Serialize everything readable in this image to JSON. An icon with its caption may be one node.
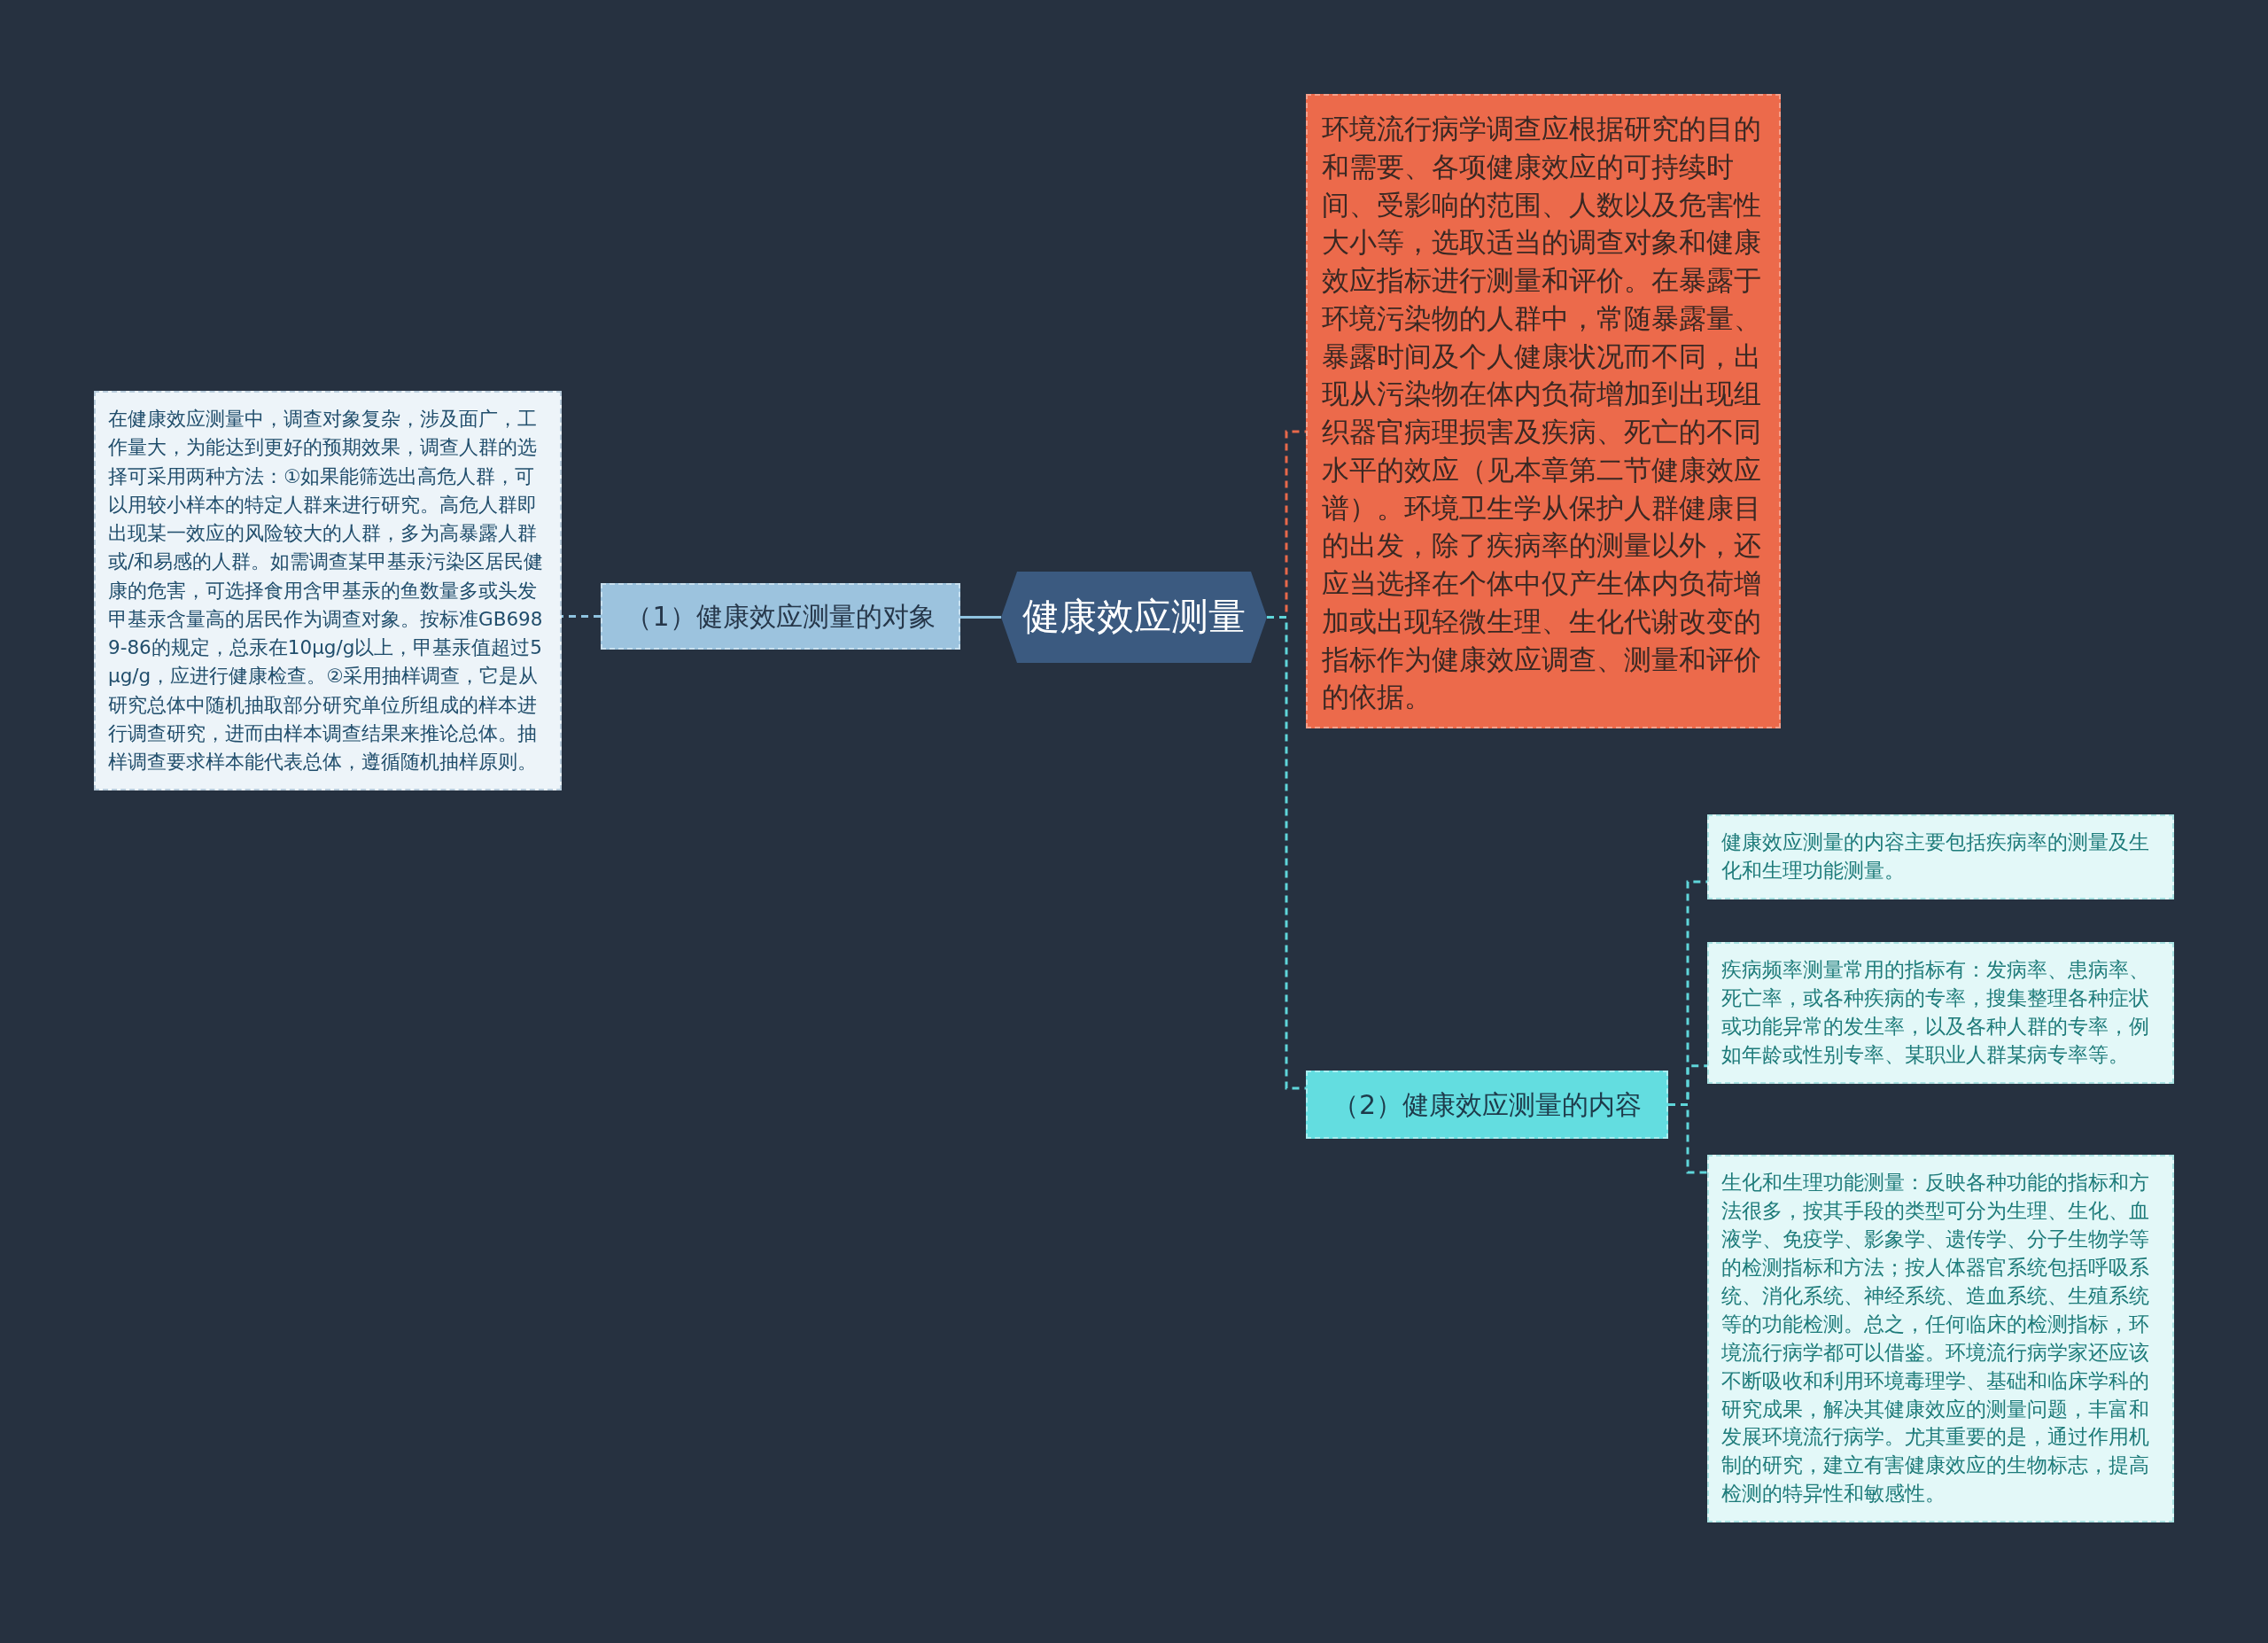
{
  "diagram": {
    "nodes": [
      {
        "text": [
          "健康效应测量"
        ]
      },
      {
        "text": [
          "（1）健康效应测量的对象"
        ]
      },
      {
        "text": [
          "在健康效应测量中，调查对象复杂，涉及面广，工作量大，为能达到更好的预期效果，调查人群的选择可采用两种方法：①如果能筛选出高危人群，可以用较小样本的特定人群来进行研究。高危人群即出现某一效应的风险较大的人群，多为高暴露人群或/和易感的人群。如需调查某甲基汞污染区居民健康的危害，可选择食用含甲基汞的鱼数量多或头发甲基汞含量高的居民作为调查对象。按标准GB6989-86的规定，总汞在10μg/g以上，甲基汞值超过5μg/g，应进行健康检查。②采用抽样调查，它是从研究总体中随机抽取部分研究单位所组成的样本进行调查研究，进而由样本调查结果来推论总体。抽样调查要求样本能代表总体，遵循随机抽样原则。"
        ]
      },
      {
        "text": [
          "环境流行病学调查应根据研究的目的和需要、各项健康效应的可持续时间、受影响的范围、人数以及危害性大小等，选取适当的调查对象和健康效应指标进行测量和评价。在暴露于环境污染物的人群中，常随暴露量、暴露时间及个人健康状况而不同，出现从污染物在体内负荷增加到出现组织器官病理损害及疾病、死亡的不同水平的效应（见本章第二节健康效应谱）。环境卫生学从保护人群健康目的出发，除了疾病率的测量以外，还应当选择在个体中仅产生体内负荷增加或出现轻微生理、生化代谢改变的指标作为健康效应调查、测量和评价的依据。"
        ]
      },
      {
        "text": [
          "（2）健康效应测量的内容"
        ]
      },
      {
        "text": [
          "健康效应测量的内容主要包括疾病率的测量及生化和生理功能测量。"
        ]
      },
      {
        "text": [
          "疾病频率测量常用的指标有：发病率、患病率、死亡率，或各种疾病的专率，搜集整理各种症状或功能异常的发生率，以及各种人群的专率，例如年龄或性别专率、某职业人群某病专率等。"
        ]
      },
      {
        "text": [
          "生化和生理功能测量：反映各种功能的指标和方法很多，按其手段的类型可分为生理、生化、血液学、免疫学、影象学、遗传学、分子生物学等的检测指标和方法；按人体器官系统包括呼吸系统、消化系统、神经系统、造血系统、生殖系统等的功能检测。总之，任何临床的检测指标，环境流行病学都可以借鉴。环境流行病学家还应该不断吸收和利用环境毒理学、基础和临床学科的研究成果，解决其健康效应的测量问题，丰富和发展环境流行病学。尤其重要的是，通过作用机制的研究，建立有害健康效应的生物标志，提高检测的特异性和敏感性。"
        ]
      }
    ],
    "edges": [
      {
        "from": 0,
        "to": 1,
        "arrow": "none",
        "color": "#8fc3e0"
      },
      {
        "from": 1,
        "to": 2,
        "arrow": "none",
        "style": "dashed",
        "color": "#8fc3e0"
      },
      {
        "from": 0,
        "to": 3,
        "arrow": "none",
        "style": "dashed",
        "color": "#e8694a"
      },
      {
        "from": 0,
        "to": 4,
        "arrow": "none",
        "style": "dashed"
      },
      {
        "from": 4,
        "to": 5,
        "arrow": "none",
        "style": "dashed"
      },
      {
        "from": 4,
        "to": 6,
        "arrow": "none",
        "style": "dashed"
      },
      {
        "from": 4,
        "to": 7,
        "arrow": "none",
        "style": "dashed"
      }
    ]
  }
}
